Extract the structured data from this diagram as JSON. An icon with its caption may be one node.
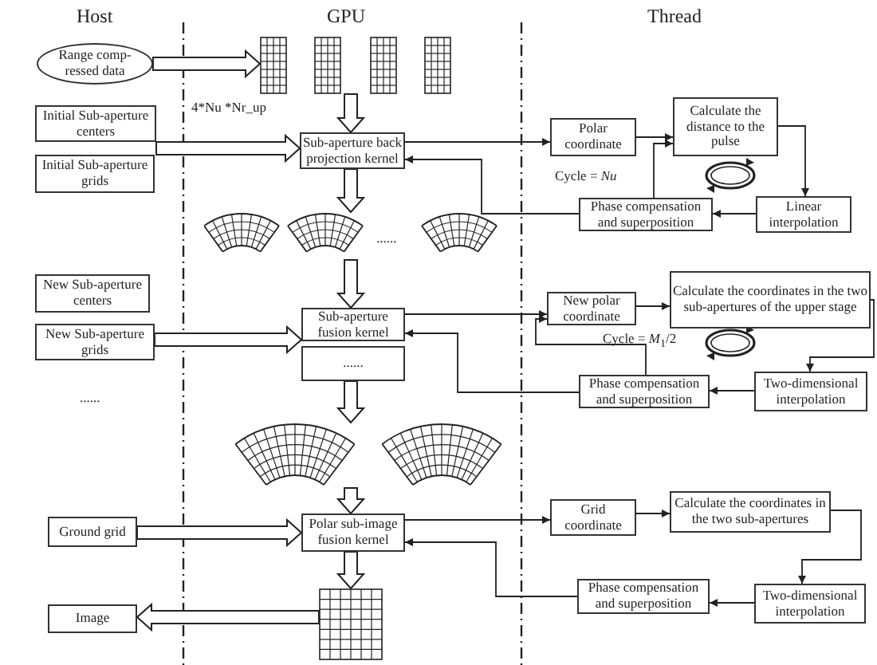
{
  "diagram": {
    "nodes": [
      {
        "text": [
          "Range comp-ressed data"
        ]
      },
      {
        "text": [],
        "shape": "picture"
      },
      {
        "text": [
          "Initial Sub-aperture centers"
        ]
      },
      {
        "text": [
          "Initial Sub-aperture grids"
        ]
      },
      {
        "text": [
          "Sub-aperture back projection kernel"
        ]
      },
      {
        "text": [],
        "shape": "picture"
      },
      {
        "text": [
          "New Sub-aperture centers"
        ]
      },
      {
        "text": [
          "New Sub-aperture grids"
        ]
      },
      {
        "text": [
          "Sub-aperture fusion kernel"
        ]
      },
      {
        "text": [
          "......"
        ]
      },
      {
        "text": [],
        "shape": "picture"
      },
      {
        "text": [
          "Ground grid"
        ]
      },
      {
        "text": [
          "Polar sub-image fusion kernel"
        ]
      },
      {
        "text": [],
        "shape": "picture"
      },
      {
        "text": [
          "Image"
        ]
      },
      {
        "text": [
          "Polar coordinate"
        ]
      },
      {
        "text": [
          "Calculate the distance to the pulse"
        ]
      },
      {
        "text": [
          "Linear interpolation"
        ]
      },
      {
        "text": [
          "Phase compensation and superposition"
        ]
      },
      {
        "text": [
          "New polar coordinate"
        ]
      },
      {
        "text": [
          "Calculate the coordinates in the two sub-apertures of the upper stage"
        ]
      },
      {
        "text": [
          "Two-dimensional interpolation"
        ]
      },
      {
        "text": [
          "Phase compensation and superposition"
        ]
      },
      {
        "text": [
          "Grid coordinate"
        ]
      },
      {
        "text": [
          "Calculate the coordinates in the two sub-apertures"
        ]
      },
      {
        "text": [
          "Two-dimensional interpolation"
        ]
      },
      {
        "text": [
          "Phase compensation and superposition"
        ]
      }
    ],
    "edges": [
      {
        "from": 0,
        "to": 1,
        "arrow": "to"
      },
      {
        "from": 1,
        "to": 4,
        "arrow": "to"
      },
      {
        "from": 2,
        "to": 4,
        "arrow": "to"
      },
      {
        "from": 3,
        "to": 4,
        "arrow": "to"
      },
      {
        "from": 4,
        "to": 15,
        "arrow": "to"
      },
      {
        "from": 15,
        "to": 16,
        "arrow": "to"
      },
      {
        "from": 16,
        "to": 17,
        "arrow": "to"
      },
      {
        "from": 17,
        "to": 18,
        "arrow": "to"
      },
      {
        "from": 18,
        "to": 16,
        "arrow": "to"
      },
      {
        "from": 18,
        "to": 4,
        "arrow": "to"
      },
      {
        "from": 4,
        "to": 5,
        "arrow": "to"
      },
      {
        "from": 5,
        "to": 8,
        "arrow": "to"
      },
      {
        "from": 6,
        "to": 8,
        "arrow": "to"
      },
      {
        "from": 7,
        "to": 8,
        "arrow": "to"
      },
      {
        "from": 8,
        "to": 19,
        "arrow": "to"
      },
      {
        "from": 19,
        "to": 20,
        "arrow": "to"
      },
      {
        "from": 20,
        "to": 21,
        "arrow": "to"
      },
      {
        "from": 21,
        "to": 22,
        "arrow": "to"
      },
      {
        "from": 22,
        "to": 19,
        "arrow": "to"
      },
      {
        "from": 22,
        "to": 8,
        "arrow": "to"
      },
      {
        "from": 9,
        "to": 10,
        "arrow": "to"
      },
      {
        "from": 10,
        "to": 12,
        "arrow": "to"
      },
      {
        "from": 11,
        "to": 12,
        "arrow": "to"
      },
      {
        "from": 12,
        "to": 23,
        "arrow": "to"
      },
      {
        "from": 23,
        "to": 24,
        "arrow": "to"
      },
      {
        "from": 24,
        "to": 25,
        "arrow": "to"
      },
      {
        "from": 25,
        "to": 26,
        "arrow": "to"
      },
      {
        "from": 26,
        "to": 12,
        "arrow": "to"
      },
      {
        "from": 12,
        "to": 13,
        "arrow": "to"
      },
      {
        "from": 13,
        "to": 14,
        "arrow": "to"
      }
    ],
    "labels": [
      "Host",
      "GPU",
      "Thread",
      "4*Nu *Nr_up",
      "Cycle = *Nu*",
      "......",
      "Cycle = *M*$_{1}$/2",
      "......"
    ]
  }
}
